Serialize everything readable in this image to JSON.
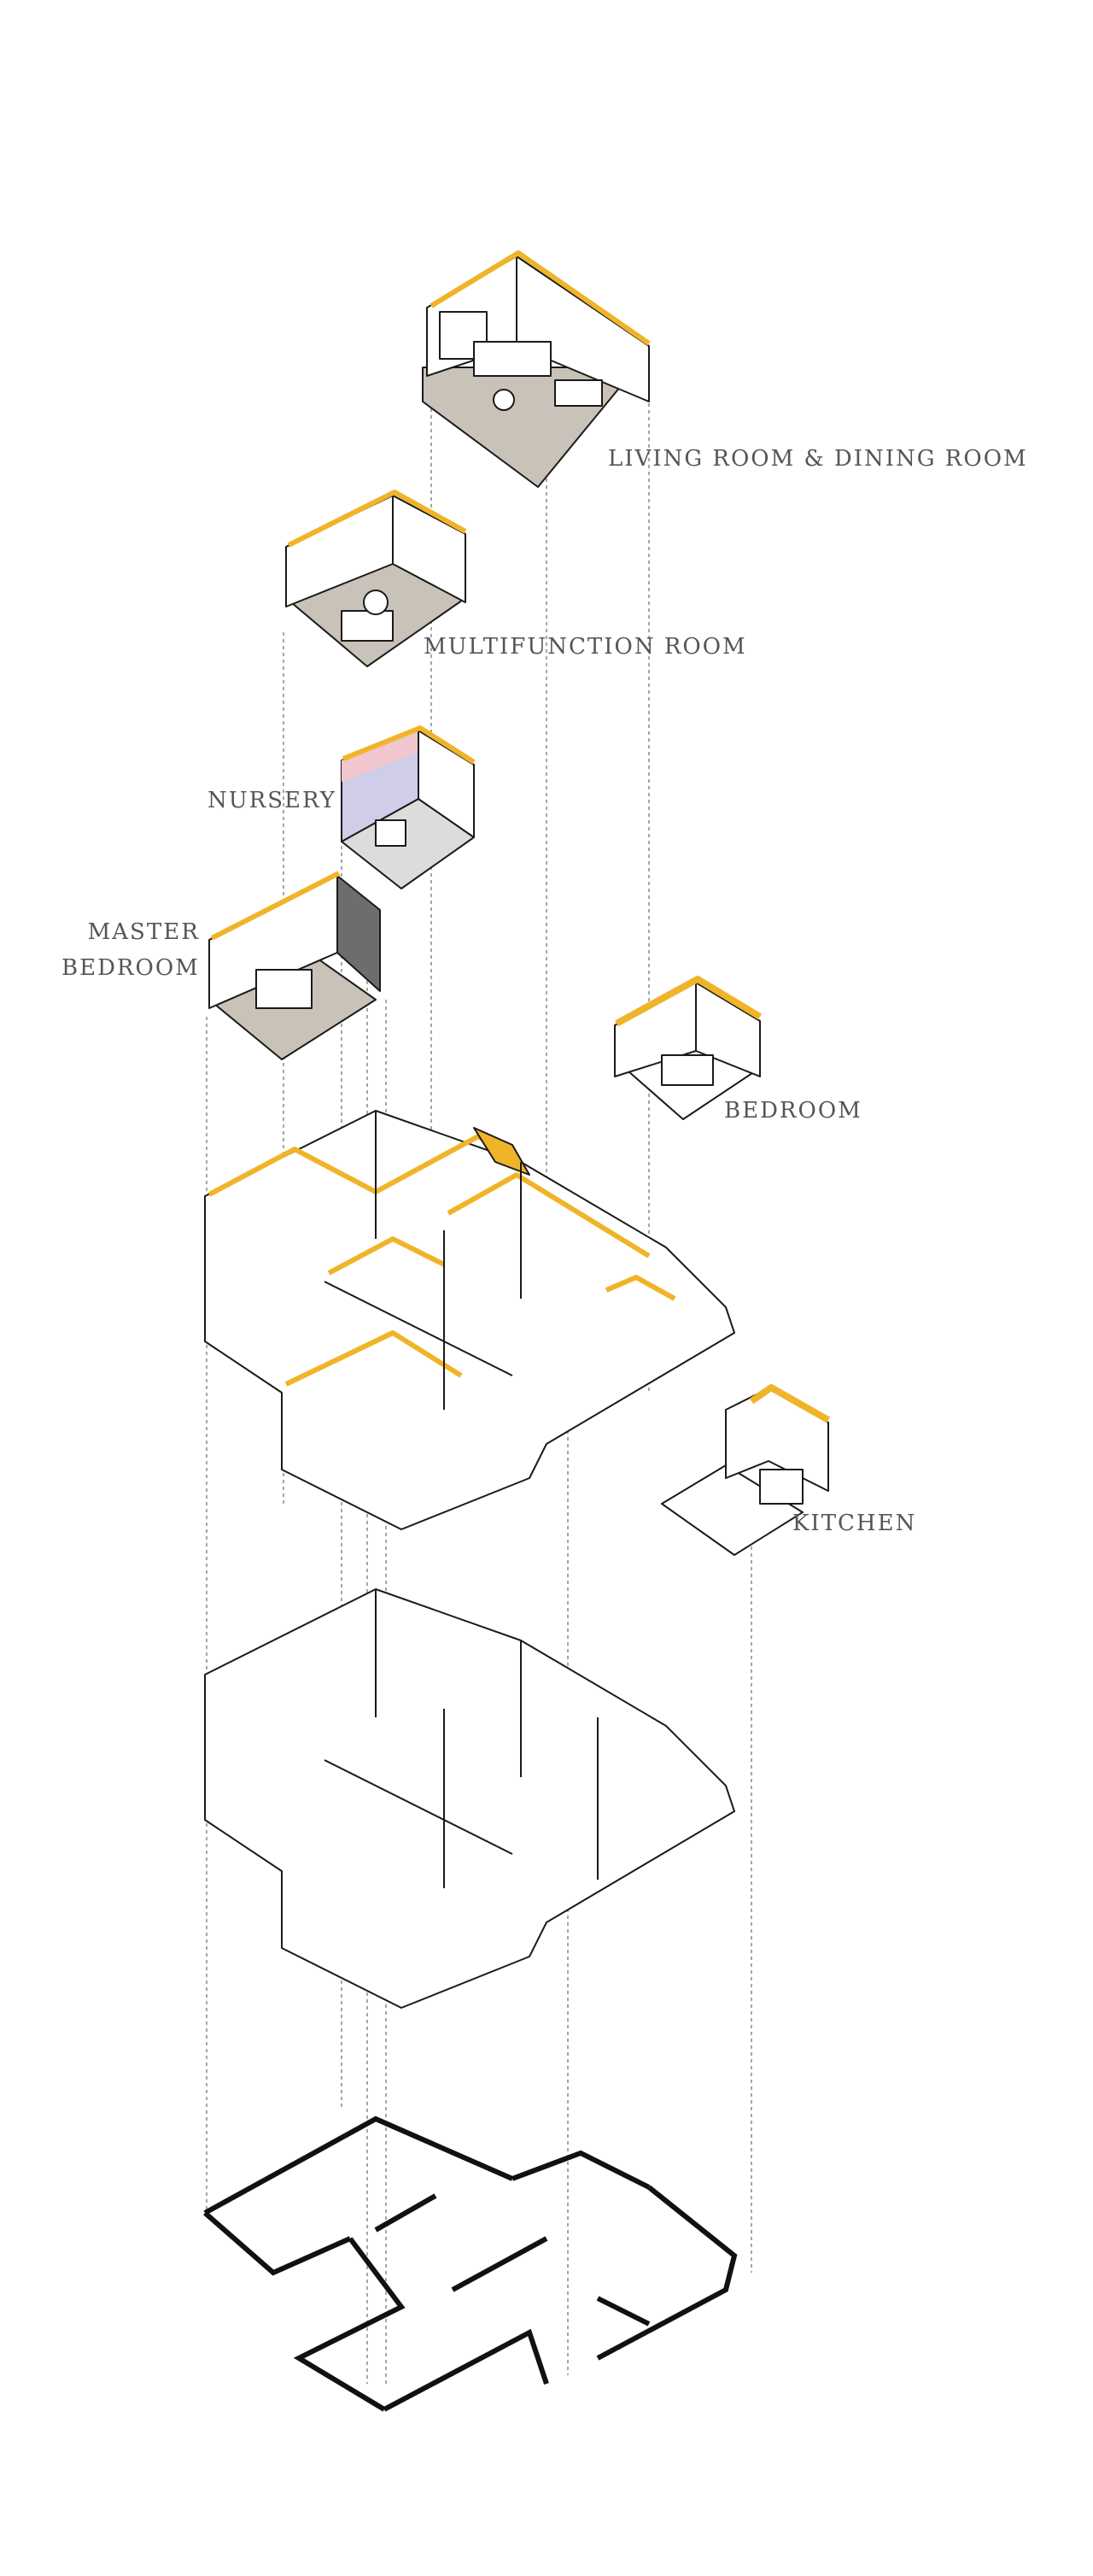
{
  "labels": {
    "living": "LIVING ROOM",
    "amp": "&",
    "dining": "DINING ROOM",
    "multifunction": "MULTIFUNCTION ROOM",
    "nursery": "NURSERY",
    "master_line1": "MASTER",
    "master_line2": "BEDROOM",
    "bedroom": "BEDROOM",
    "kitchen": "KITCHEN"
  },
  "colors": {
    "line": "#1a1a1a",
    "wall_fill": "#ffffff",
    "floor_fill": "#c9c2b8",
    "accent": "#f0b429",
    "pink": "#f2c6cf",
    "lavender": "#cfcde8",
    "guide": "#666666",
    "label": "#555555"
  }
}
